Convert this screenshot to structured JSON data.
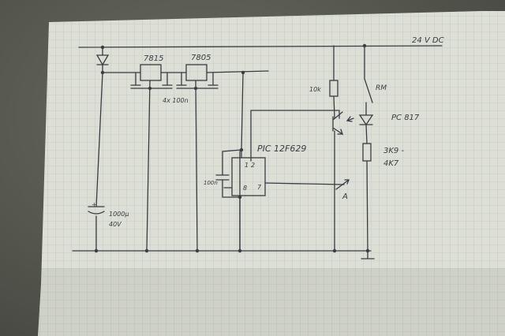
{
  "labels": {
    "supply": "24 V DC",
    "reg1": "7815",
    "reg2": "7805",
    "caps_note": "4x 100n",
    "r1": "10k",
    "relay": "RM",
    "opto": "PC 817",
    "pic": "PIC 12F629",
    "pin1": "1",
    "pin2": "2",
    "pin8": "8",
    "pin7": "7",
    "cap_small": "100n",
    "cap_big_val": "1000µ",
    "cap_big_volt": "40V",
    "r2_a": "3K9 -",
    "r2_b": "4K7",
    "output": "A",
    "plus": "+"
  },
  "colors": {
    "ink": "#3b3f46",
    "paper": "#e6e8de",
    "grid": "#b9c6c2"
  }
}
